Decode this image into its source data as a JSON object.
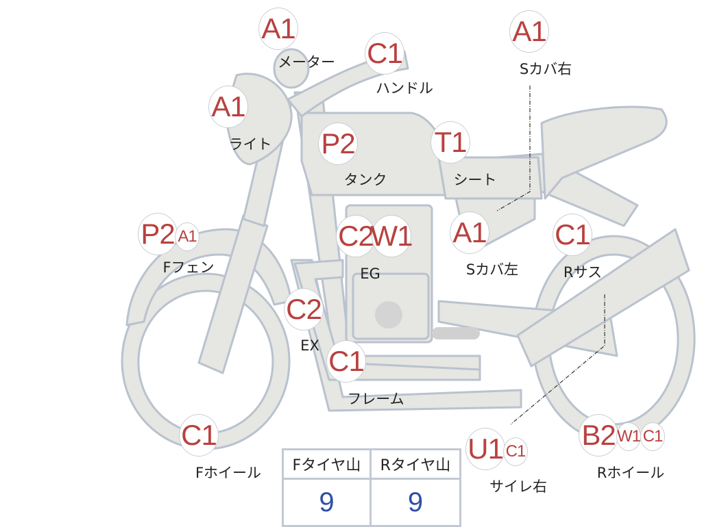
{
  "colors": {
    "badge_text": "#b8413f",
    "body_fill": "#e6e6e2",
    "outline": "#b9c2ce",
    "tread_value": "#2e4fa6"
  },
  "parts": [
    {
      "id": "meter",
      "label": "メーター",
      "badges": [
        "A1"
      ]
    },
    {
      "id": "handle",
      "label": "ハンドル",
      "badges": [
        "C1"
      ]
    },
    {
      "id": "side-cover-right",
      "label": "Sカバ右",
      "badges": [
        "A1"
      ]
    },
    {
      "id": "light",
      "label": "ライト",
      "badges": [
        "A1"
      ]
    },
    {
      "id": "tank",
      "label": "タンク",
      "badges": [
        "P2"
      ]
    },
    {
      "id": "seat",
      "label": "シート",
      "badges": [
        "T1"
      ]
    },
    {
      "id": "front-fender",
      "label": "Fフェン",
      "badges": [
        "P2",
        "A1"
      ]
    },
    {
      "id": "engine",
      "label": "EG",
      "badges": [
        "C2",
        "W1"
      ]
    },
    {
      "id": "side-cover-left",
      "label": "Sカバ左",
      "badges": [
        "A1"
      ]
    },
    {
      "id": "rear-suspension",
      "label": "Rサス",
      "badges": [
        "C1"
      ]
    },
    {
      "id": "exhaust",
      "label": "EX",
      "badges": [
        "C2"
      ]
    },
    {
      "id": "frame",
      "label": "フレーム",
      "badges": [
        "C1"
      ]
    },
    {
      "id": "front-wheel",
      "label": "Fホイール",
      "badges": [
        "C1"
      ]
    },
    {
      "id": "muffler-right",
      "label": "サイレ右",
      "badges": [
        "U1",
        "C1"
      ]
    },
    {
      "id": "rear-wheel",
      "label": "Rホイール",
      "badges": [
        "B2",
        "W1",
        "C1"
      ]
    }
  ],
  "tread_table": {
    "headers": [
      "Fタイヤ山",
      "Rタイヤ山"
    ],
    "values": [
      "9",
      "9"
    ]
  }
}
